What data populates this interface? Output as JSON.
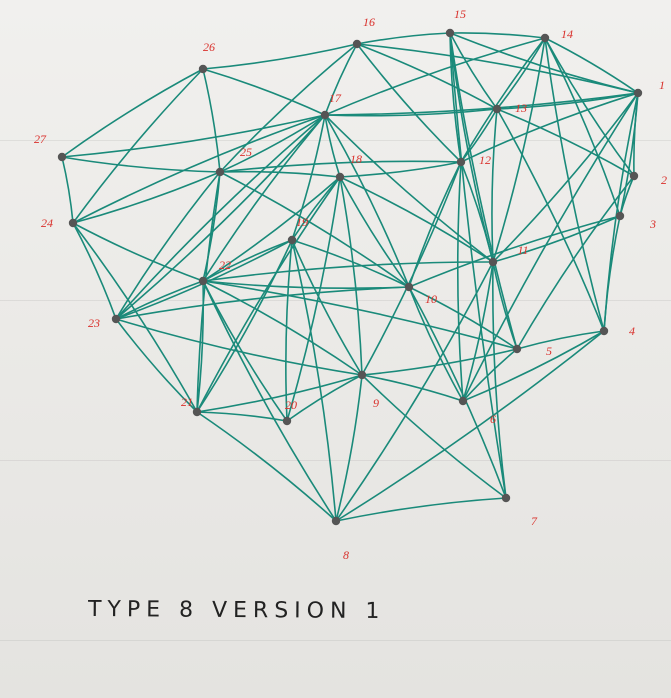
{
  "diagram": {
    "edge_color": "#1a8a7a",
    "label_color": "#d9302b",
    "node_color": "#555555",
    "nodes": [
      {
        "id": "1",
        "label": "1"
      },
      {
        "id": "2",
        "label": "2"
      },
      {
        "id": "3",
        "label": "3"
      },
      {
        "id": "4",
        "label": "4"
      },
      {
        "id": "5",
        "label": "5"
      },
      {
        "id": "6",
        "label": "6"
      },
      {
        "id": "7",
        "label": "7"
      },
      {
        "id": "8",
        "label": "8"
      },
      {
        "id": "9",
        "label": "9"
      },
      {
        "id": "10",
        "label": "10"
      },
      {
        "id": "11",
        "label": "11"
      },
      {
        "id": "12",
        "label": "12"
      },
      {
        "id": "13",
        "label": "13"
      },
      {
        "id": "14",
        "label": "14"
      },
      {
        "id": "15",
        "label": "15"
      },
      {
        "id": "16",
        "label": "16"
      },
      {
        "id": "17",
        "label": "17"
      },
      {
        "id": "18",
        "label": "18"
      },
      {
        "id": "19",
        "label": "19"
      },
      {
        "id": "20",
        "label": "20"
      },
      {
        "id": "21",
        "label": "21"
      },
      {
        "id": "22",
        "label": "22"
      },
      {
        "id": "23",
        "label": "23"
      },
      {
        "id": "24",
        "label": "24"
      },
      {
        "id": "25",
        "label": "25"
      },
      {
        "id": "26",
        "label": "26"
      },
      {
        "id": "27",
        "label": "27"
      }
    ],
    "edges": [
      [
        "1",
        "14"
      ],
      [
        "1",
        "15"
      ],
      [
        "1",
        "16"
      ],
      [
        "1",
        "17"
      ],
      [
        "1",
        "13"
      ],
      [
        "1",
        "2"
      ],
      [
        "1",
        "3"
      ],
      [
        "1",
        "4"
      ],
      [
        "1",
        "11"
      ],
      [
        "1",
        "6"
      ],
      [
        "1",
        "12"
      ],
      [
        "2",
        "13"
      ],
      [
        "2",
        "14"
      ],
      [
        "2",
        "3"
      ],
      [
        "2",
        "5"
      ],
      [
        "3",
        "11"
      ],
      [
        "3",
        "4"
      ],
      [
        "3",
        "10"
      ],
      [
        "3",
        "14"
      ],
      [
        "4",
        "5"
      ],
      [
        "4",
        "6"
      ],
      [
        "4",
        "8"
      ],
      [
        "4",
        "13"
      ],
      [
        "4",
        "14"
      ],
      [
        "5",
        "9"
      ],
      [
        "5",
        "6"
      ],
      [
        "5",
        "11"
      ],
      [
        "5",
        "15"
      ],
      [
        "5",
        "22"
      ],
      [
        "5",
        "10"
      ],
      [
        "6",
        "9"
      ],
      [
        "6",
        "10"
      ],
      [
        "6",
        "12"
      ],
      [
        "6",
        "11"
      ],
      [
        "7",
        "8"
      ],
      [
        "7",
        "9"
      ],
      [
        "7",
        "10"
      ],
      [
        "7",
        "11"
      ],
      [
        "7",
        "15"
      ],
      [
        "8",
        "9"
      ],
      [
        "8",
        "19"
      ],
      [
        "8",
        "21"
      ],
      [
        "8",
        "22"
      ],
      [
        "8",
        "11"
      ],
      [
        "9",
        "20"
      ],
      [
        "9",
        "21"
      ],
      [
        "9",
        "23"
      ],
      [
        "9",
        "18"
      ],
      [
        "9",
        "19"
      ],
      [
        "9",
        "22"
      ],
      [
        "9",
        "12"
      ],
      [
        "10",
        "18"
      ],
      [
        "10",
        "22"
      ],
      [
        "10",
        "23"
      ],
      [
        "10",
        "17"
      ],
      [
        "10",
        "25"
      ],
      [
        "10",
        "19"
      ],
      [
        "10",
        "12"
      ],
      [
        "11",
        "12"
      ],
      [
        "11",
        "15"
      ],
      [
        "11",
        "18"
      ],
      [
        "11",
        "17"
      ],
      [
        "11",
        "13"
      ],
      [
        "11",
        "14"
      ],
      [
        "11",
        "22"
      ],
      [
        "12",
        "13"
      ],
      [
        "12",
        "16"
      ],
      [
        "12",
        "18"
      ],
      [
        "12",
        "25"
      ],
      [
        "12",
        "14"
      ],
      [
        "13",
        "15"
      ],
      [
        "13",
        "16"
      ],
      [
        "13",
        "17"
      ],
      [
        "13",
        "14"
      ],
      [
        "14",
        "15"
      ],
      [
        "14",
        "17"
      ],
      [
        "15",
        "16"
      ],
      [
        "15",
        "12"
      ],
      [
        "16",
        "17"
      ],
      [
        "16",
        "26"
      ],
      [
        "16",
        "25"
      ],
      [
        "17",
        "18"
      ],
      [
        "17",
        "24"
      ],
      [
        "17",
        "25"
      ],
      [
        "17",
        "26"
      ],
      [
        "17",
        "27"
      ],
      [
        "17",
        "22"
      ],
      [
        "17",
        "19"
      ],
      [
        "17",
        "23"
      ],
      [
        "18",
        "19"
      ],
      [
        "18",
        "22"
      ],
      [
        "18",
        "20"
      ],
      [
        "18",
        "25"
      ],
      [
        "18",
        "21"
      ],
      [
        "19",
        "21"
      ],
      [
        "19",
        "20"
      ],
      [
        "19",
        "22"
      ],
      [
        "19",
        "23"
      ],
      [
        "20",
        "21"
      ],
      [
        "20",
        "22"
      ],
      [
        "21",
        "22"
      ],
      [
        "21",
        "23"
      ],
      [
        "21",
        "24"
      ],
      [
        "21",
        "25"
      ],
      [
        "22",
        "23"
      ],
      [
        "22",
        "24"
      ],
      [
        "22",
        "25"
      ],
      [
        "23",
        "24"
      ],
      [
        "23",
        "25"
      ],
      [
        "23",
        "17"
      ],
      [
        "24",
        "25"
      ],
      [
        "24",
        "27"
      ],
      [
        "24",
        "26"
      ],
      [
        "25",
        "26"
      ],
      [
        "25",
        "27"
      ],
      [
        "26",
        "27"
      ]
    ]
  },
  "caption": "TYPE 8 VERSION 1"
}
